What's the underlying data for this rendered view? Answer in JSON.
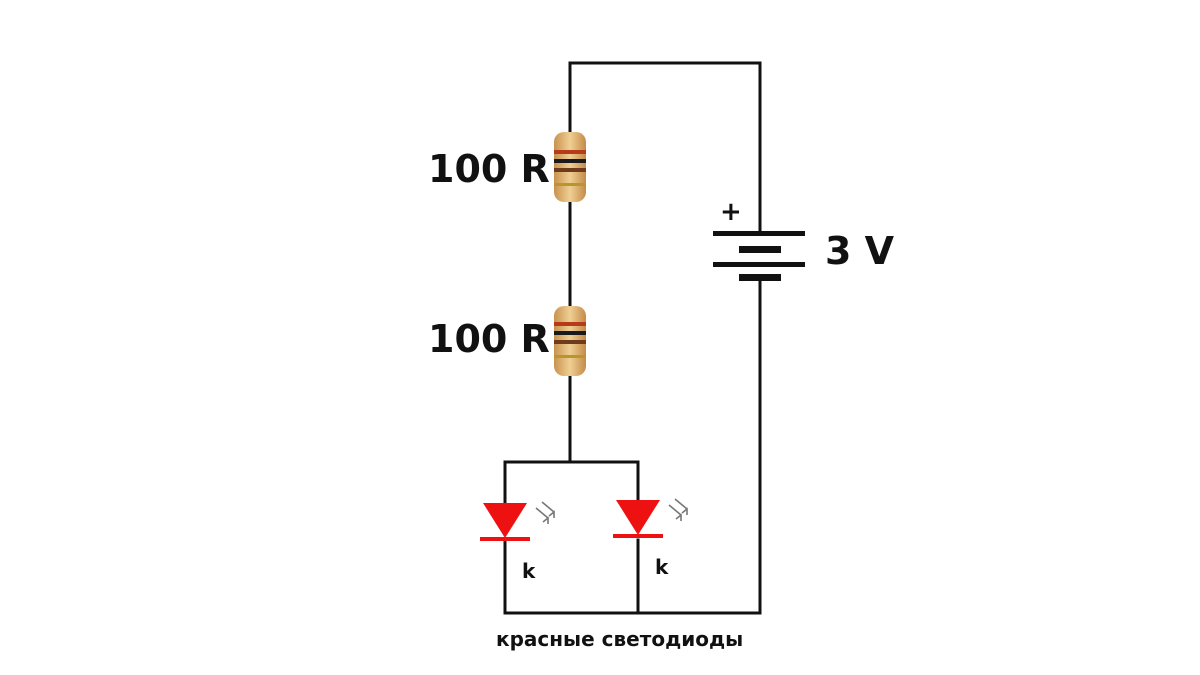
{
  "colors": {
    "wire": "#111111",
    "led": "#ee1111",
    "resistor_body": "#dcae6e",
    "band_red": "#b83a1c",
    "band_black": "#1a1a1a",
    "band_brown": "#6e3b1c"
  },
  "resistors": [
    {
      "label": "100 R"
    },
    {
      "label": "100 R"
    }
  ],
  "battery": {
    "label": "3 V",
    "polarity_mark": "+"
  },
  "leds": [
    {
      "cathode_label": "k"
    },
    {
      "cathode_label": "k"
    }
  ],
  "caption": "красные светодиоды"
}
